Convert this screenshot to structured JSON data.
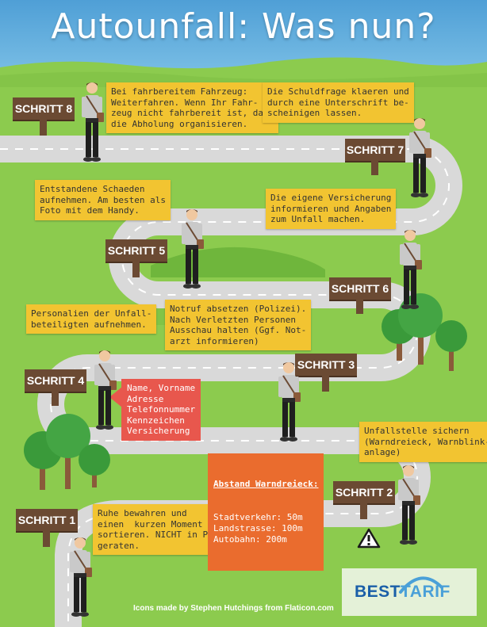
{
  "title": "Autounfall: Was nun?",
  "steps": [
    {
      "label": "SCHRITT 1",
      "text": "Ruhe bewahren und\neinen  kurzen Moment\nsortieren. NICHT in Panik\ngeraten."
    },
    {
      "label": "SCHRITT 2",
      "text": "Unfallstelle sichern\n(Warndreieck, Warnblink-\nanlage)"
    },
    {
      "label": "SCHRITT 3",
      "text": "Notruf absetzen (Polizei).\nNach Verletzten Personen\nAusschau halten (Ggf. Not-\narzt informieren)"
    },
    {
      "label": "SCHRITT 4",
      "text": "Personalien der Unfall-\nbeteiligten aufnehmen."
    },
    {
      "label": "SCHRITT 5",
      "text": "Entstandene Schaeden\naufnehmen. Am besten als\nFoto mit dem Handy."
    },
    {
      "label": "SCHRITT 6",
      "text": "Die eigene Versicherung\ninformieren und Angaben\nzum Unfall machen."
    },
    {
      "label": "SCHRITT 7",
      "text": "Die Schuldfrage klaeren und\ndurch eine Unterschrift be-\nscheinigen lassen."
    },
    {
      "label": "SCHRITT 8",
      "text": "Bei fahrbereitem Fahrzeug:\nWeiterfahren. Wenn Ihr Fahr-\nzeug nicht fahrbereit ist, dann\ndie Abholung organisieren."
    }
  ],
  "personal_details": "Name, Vorname\nAdresse\nTelefonnummer\nKennzeichen\nVersicherung",
  "warning_triangle": {
    "heading": "Abstand Warndreieck:",
    "lines": "Stadtverkehr: 50m\nLandstrasse: 100m\nAutobahn: 200m"
  },
  "credit": "Icons made by Stephen Hutchings from Flaticon.com",
  "logo": {
    "part1": "BEST",
    "part2": "TARIF"
  },
  "colors": {
    "grass": "#8ccb4e",
    "sky": "#5ba7d8",
    "road": "#d9d9d9",
    "note": "#f2c431",
    "red_box": "#e8574d",
    "orange_box": "#ea6c2e",
    "sign": "#6b4a33",
    "car": "#1a1a1a",
    "wheel": "#1e66c8"
  },
  "icons": [
    "road-sign",
    "person-with-bag",
    "tree",
    "car",
    "warning-triangle-icon",
    "besttarif-logo"
  ]
}
